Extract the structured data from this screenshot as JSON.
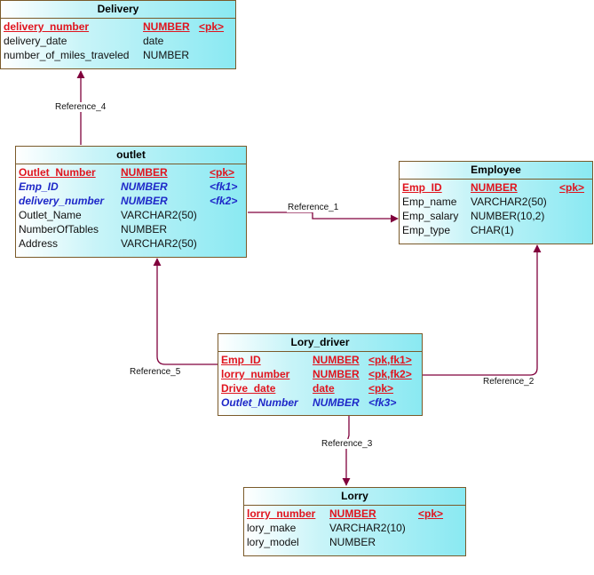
{
  "colors": {
    "link": "#80003c",
    "pk": "#e0141e",
    "fk": "#1e28c8",
    "border": "#7a5a2a"
  },
  "entities": {
    "delivery": {
      "name": "Delivery",
      "rows": [
        {
          "kind": "pk",
          "name": "delivery_number",
          "type": "NUMBER",
          "key": "<pk>"
        },
        {
          "kind": "plain",
          "name": "delivery_date",
          "type": "date",
          "key": ""
        },
        {
          "kind": "plain",
          "name": "number_of_miles_traveled",
          "type": "NUMBER",
          "key": ""
        }
      ]
    },
    "outlet": {
      "name": "outlet",
      "rows": [
        {
          "kind": "pk",
          "name": "Outlet_Number",
          "type": "NUMBER",
          "key": "<pk>"
        },
        {
          "kind": "fk",
          "name": "Emp_ID",
          "type": "NUMBER",
          "key": "<fk1>"
        },
        {
          "kind": "fk",
          "name": "delivery_number",
          "type": "NUMBER",
          "key": "<fk2>"
        },
        {
          "kind": "plain",
          "name": "Outlet_Name",
          "type": "VARCHAR2(50)",
          "key": ""
        },
        {
          "kind": "plain",
          "name": "NumberOfTables",
          "type": "NUMBER",
          "key": ""
        },
        {
          "kind": "plain",
          "name": "Address",
          "type": "VARCHAR2(50)",
          "key": ""
        }
      ]
    },
    "employee": {
      "name": "Employee",
      "rows": [
        {
          "kind": "pk",
          "name": "Emp_ID",
          "type": "NUMBER",
          "key": "<pk>"
        },
        {
          "kind": "plain",
          "name": "Emp_name",
          "type": "VARCHAR2(50)",
          "key": ""
        },
        {
          "kind": "plain",
          "name": "Emp_salary",
          "type": "NUMBER(10,2)",
          "key": ""
        },
        {
          "kind": "plain",
          "name": "Emp_type",
          "type": "CHAR(1)",
          "key": ""
        }
      ]
    },
    "lory_driver": {
      "name": "Lory_driver",
      "rows": [
        {
          "kind": "pk",
          "name": "Emp_ID",
          "type": "NUMBER",
          "key": "<pk,fk1>"
        },
        {
          "kind": "pk",
          "name": "lorry_number",
          "type": "NUMBER",
          "key": "<pk,fk2>"
        },
        {
          "kind": "pk",
          "name": "Drive_date",
          "type": "date",
          "key": "<pk>"
        },
        {
          "kind": "fk",
          "name": "Outlet_Number",
          "type": "NUMBER",
          "key": "<fk3>"
        }
      ]
    },
    "lorry": {
      "name": "Lorry",
      "rows": [
        {
          "kind": "pk",
          "name": "lorry_number",
          "type": "NUMBER",
          "key": "<pk>"
        },
        {
          "kind": "plain",
          "name": "lory_make",
          "type": "VARCHAR2(10)",
          "key": ""
        },
        {
          "kind": "plain",
          "name": "lory_model",
          "type": "NUMBER",
          "key": ""
        }
      ]
    }
  },
  "references": {
    "ref1": "Reference_1",
    "ref2": "Reference_2",
    "ref3": "Reference_3",
    "ref4": "Reference_4",
    "ref5": "Reference_5"
  }
}
